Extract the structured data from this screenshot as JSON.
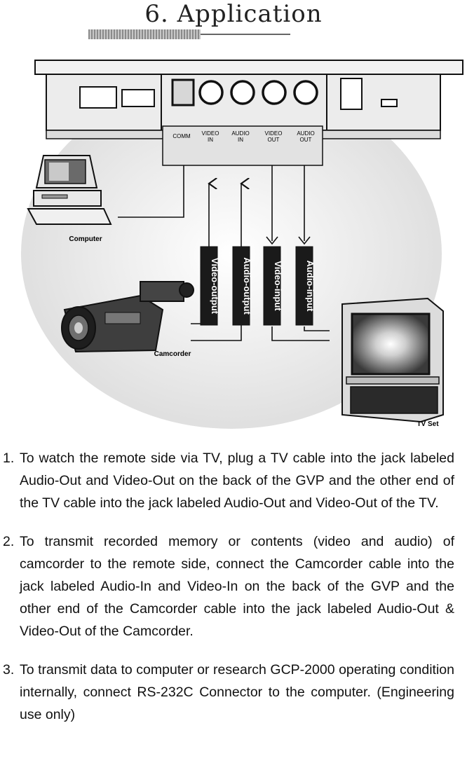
{
  "title": "6. Application",
  "diagram": {
    "jacks": [
      "COMM",
      "VIDEO IN",
      "AUDIO IN",
      "VIDEO OUT",
      "AUDIO OUT"
    ],
    "cables": [
      "Video-output",
      "Audio-output",
      "Video-input",
      "Audio-input"
    ],
    "devices": {
      "computer": "Computer",
      "camcorder": "Camcorder",
      "tv": "TV Set"
    }
  },
  "instructions": [
    {
      "num": "1.",
      "text": "To watch the remote side via TV, plug a TV cable into the jack labeled Audio-Out and Video-Out on the back of the GVP and the other end of the TV cable into the jack labeled Audio-Out and Video-Out of the TV."
    },
    {
      "num": "2.",
      "text": "To transmit recorded memory or contents (video and audio) of camcorder to the remote side, connect the Camcorder cable into the jack labeled Audio-In and Video-In on the back of the GVP and the other end of the Camcorder cable into the jack labeled Audio-Out & Video-Out of the Camcorder."
    },
    {
      "num": "3.",
      "text": "To transmit data to computer or research GCP-2000 operating condition internally, connect RS-232C Connector to the computer. (Engineering use only)"
    }
  ]
}
